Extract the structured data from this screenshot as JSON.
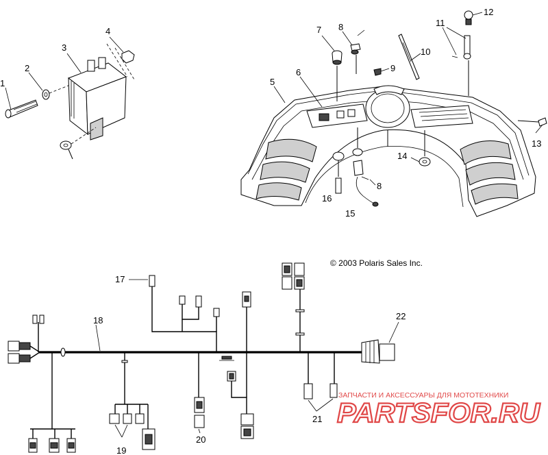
{
  "copyright": "© 2003 Polaris Sales Inc.",
  "watermark": {
    "tagline": "ЗАПЧАСТИ И АКСЕССУАРЫ ДЛЯ МОТОТЕХНИКИ",
    "brand": "PARTSFOR.RU"
  },
  "callouts": {
    "c1": "1",
    "c2": "2",
    "c3": "3",
    "c4": "4",
    "c5": "5",
    "c6": "6",
    "c7": "7",
    "c8a": "8",
    "c8b": "8",
    "c9": "9",
    "c10": "10",
    "c11": "11",
    "c12": "12",
    "c13": "13",
    "c14": "14",
    "c15": "15",
    "c16": "16",
    "c17": "17",
    "c18": "18",
    "c19": "19",
    "c20": "20",
    "c21": "21",
    "c22": "22"
  },
  "icons": {
    "harness": "wire-harness-icon",
    "connector": "connector-icon",
    "ecu": "control-module-icon",
    "dash": "dash-panel-icon"
  }
}
